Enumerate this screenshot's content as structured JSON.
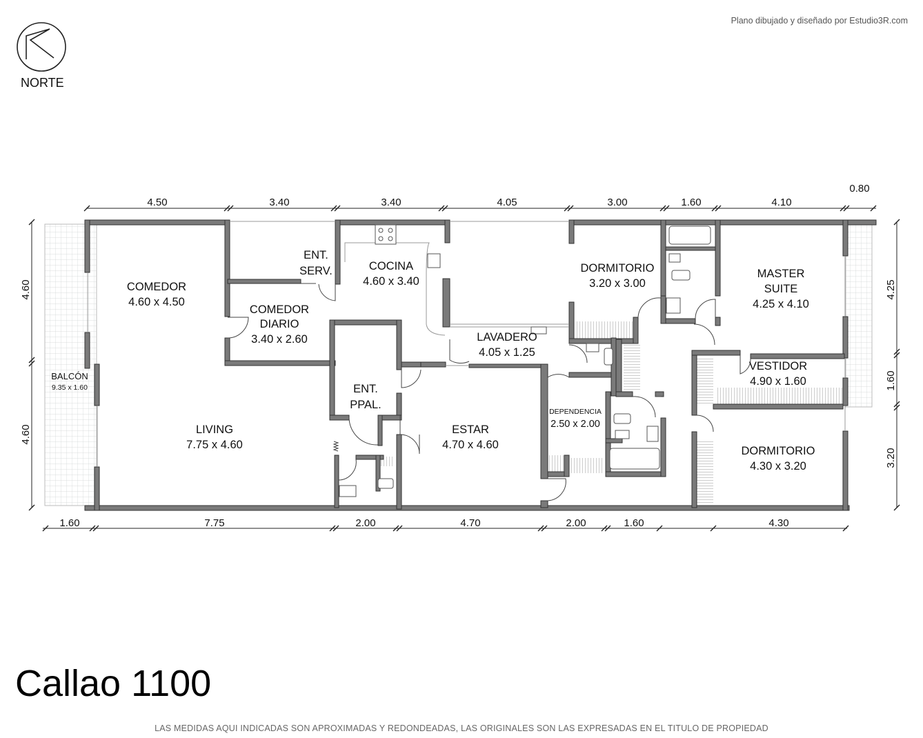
{
  "credit": "Plano dibujado y diseñado por Estudio3R.com",
  "north_label": "NORTE",
  "title": "Callao 1100",
  "disclaimer": "LAS MEDIDAS AQUI INDICADAS SON APROXIMADAS Y REDONDEADAS, LAS ORIGINALES SON LAS EXPRESADAS EN EL TITULO DE PROPIEDAD",
  "dimensions": {
    "top": [
      "4.50",
      "3.40",
      "3.40",
      "4.05",
      "3.00",
      "1.60",
      "4.10",
      "0.80"
    ],
    "bottom": [
      "1.60",
      "7.75",
      "2.00",
      "4.70",
      "2.00",
      "1.60",
      "4.30"
    ],
    "left": [
      "4.60",
      "4.60"
    ],
    "right": [
      "4.25",
      "1.60",
      "3.20"
    ]
  },
  "rooms": {
    "comedor": {
      "name": "COMEDOR",
      "size": "4.60 x 4.50"
    },
    "comedor_diario": {
      "name1": "COMEDOR",
      "name2": "DIARIO",
      "size": "3.40 x 2.60"
    },
    "ent_serv": {
      "name1": "ENT.",
      "name2": "SERV."
    },
    "cocina": {
      "name": "COCINA",
      "size": "4.60 x 3.40"
    },
    "dormitorio_1": {
      "name": "DORMITORIO",
      "size": "3.20 x 3.00"
    },
    "master_suite": {
      "name1": "MASTER",
      "name2": "SUITE",
      "size": "4.25 x 4.10"
    },
    "lavadero": {
      "name": "LAVADERO",
      "size": "4.05 x 1.25"
    },
    "vestidor": {
      "name": "VESTIDOR",
      "size": "4.90 x 1.60"
    },
    "balcon": {
      "name": "BALCÓN",
      "size": "9.35 x 1.60"
    },
    "ent_ppal": {
      "name1": "ENT.",
      "name2": "PPAL."
    },
    "dependencia": {
      "name": "DEPENDENCIA",
      "size": "2.50 x 2.00"
    },
    "living": {
      "name": "LIVING",
      "size": "7.75 x 4.60"
    },
    "estar": {
      "name": "ESTAR",
      "size": "4.70 x 4.60"
    },
    "dormitorio_2": {
      "name": "DORMITORIO",
      "size": "4.30 x 3.20"
    }
  }
}
